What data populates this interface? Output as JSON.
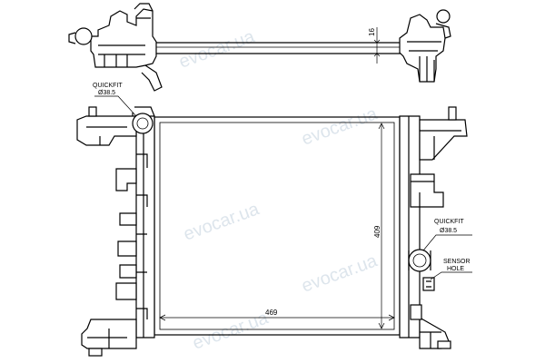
{
  "labels": {
    "quickfit_top": "QUICKFIT",
    "quickfit_top_dia": "Ø38.5",
    "quickfit_right": "QUICKFIT",
    "quickfit_right_dia": "Ø38.5",
    "sensor_line1": "SENSOR",
    "sensor_line2": "HOLE"
  },
  "dimensions": {
    "height": "409",
    "width": "469",
    "tank_clearance": "16"
  },
  "watermarks": [
    "evocar.ua",
    "evocar.ua",
    "evocar.ua",
    "evocar.ua",
    "evocar.ua"
  ],
  "colors": {
    "line": "#000000",
    "watermark": "#9fb4c8"
  }
}
